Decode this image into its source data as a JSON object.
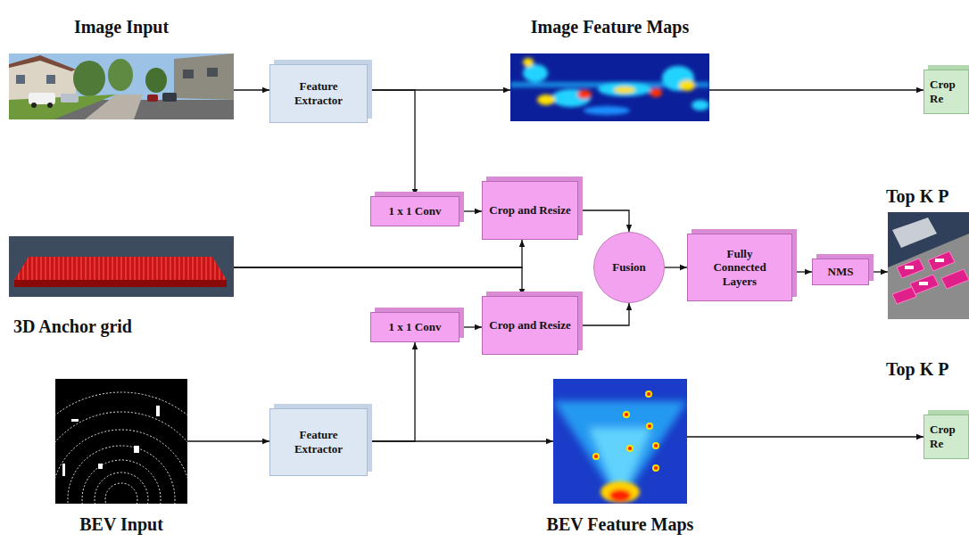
{
  "diagram": {
    "nodes": [
      {
        "text": [
          "Image Input"
        ]
      },
      {
        "text": [
          "Feature Extractor"
        ]
      },
      {
        "text": [
          "Image Feature Maps"
        ]
      },
      {
        "text": [
          "Crop Re"
        ]
      },
      {
        "text": [
          "1 x 1 Conv"
        ]
      },
      {
        "text": [
          "Crop and Resize"
        ]
      },
      {
        "text": [
          "3D Anchor grid"
        ]
      },
      {
        "text": [
          "Fusion"
        ]
      },
      {
        "text": [
          "Fully Connected Layers"
        ]
      },
      {
        "text": [
          "NMS"
        ]
      },
      {
        "text": [
          "Top K P"
        ]
      },
      {
        "text": [
          "1 x 1 Conv"
        ]
      },
      {
        "text": [
          "Crop and Resize"
        ]
      },
      {
        "text": [
          "BEV Input"
        ]
      },
      {
        "text": [
          "Feature Extractor"
        ]
      },
      {
        "text": [
          "BEV Feature Maps"
        ]
      },
      {
        "text": [
          "Crop Re"
        ]
      }
    ],
    "edges": [
      {
        "from": 0,
        "to": 1,
        "arrow": "to"
      },
      {
        "from": 1,
        "to": 2,
        "arrow": "to"
      },
      {
        "from": 2,
        "to": 3,
        "arrow": "to"
      },
      {
        "from": 1,
        "to": 4,
        "arrow": "to"
      },
      {
        "from": 4,
        "to": 5,
        "arrow": "to"
      },
      {
        "from": 5,
        "to": 7,
        "arrow": "to"
      },
      {
        "from": 6,
        "to": 5,
        "arrow": "to"
      },
      {
        "from": 6,
        "to": 12,
        "arrow": "to"
      },
      {
        "from": 7,
        "to": 8,
        "arrow": "to"
      },
      {
        "from": 8,
        "to": 9,
        "arrow": "to"
      },
      {
        "from": 9,
        "to": 10,
        "arrow": "to"
      },
      {
        "from": 11,
        "to": 12,
        "arrow": "to"
      },
      {
        "from": 12,
        "to": 7,
        "arrow": "to"
      },
      {
        "from": 13,
        "to": 14,
        "arrow": "to"
      },
      {
        "from": 14,
        "to": 15,
        "arrow": "to"
      },
      {
        "from": 15,
        "to": 16,
        "arrow": "to"
      },
      {
        "from": 14,
        "to": 11,
        "arrow": "to"
      }
    ],
    "labels": [
      "Top K P"
    ]
  }
}
